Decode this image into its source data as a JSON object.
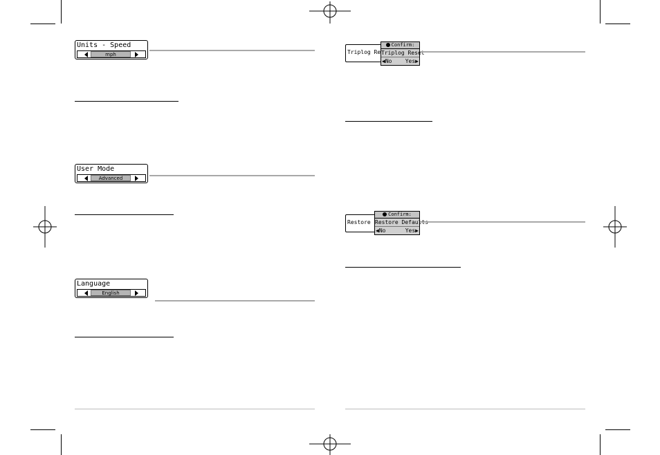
{
  "left_page": {
    "units_speed": {
      "title": "Units - Speed",
      "value": "mph"
    },
    "user_mode": {
      "title": "User Mode",
      "value": "Advanced"
    },
    "language": {
      "title": "Language",
      "value": "English"
    }
  },
  "right_page": {
    "triplog_reset": {
      "menu_label": "Triplog Rese",
      "confirm_title": "Confirm:",
      "item": "Triplog Reset",
      "no": "No",
      "yes": "Yes"
    },
    "restore_defaults": {
      "menu_label": "Restore De",
      "confirm_title": "Confirm:",
      "item": "Restore Defaults",
      "no": "No",
      "yes": "Yes"
    }
  },
  "icons": {
    "arrow_left": "triangle-left",
    "arrow_right": "triangle-right",
    "info": "info-dot",
    "registration": "crosshair-circle"
  },
  "colors": {
    "leader_line": "#a8a8a8",
    "value_highlight": "#b5b5b5",
    "dialog_bg": "#d0d0d0"
  }
}
